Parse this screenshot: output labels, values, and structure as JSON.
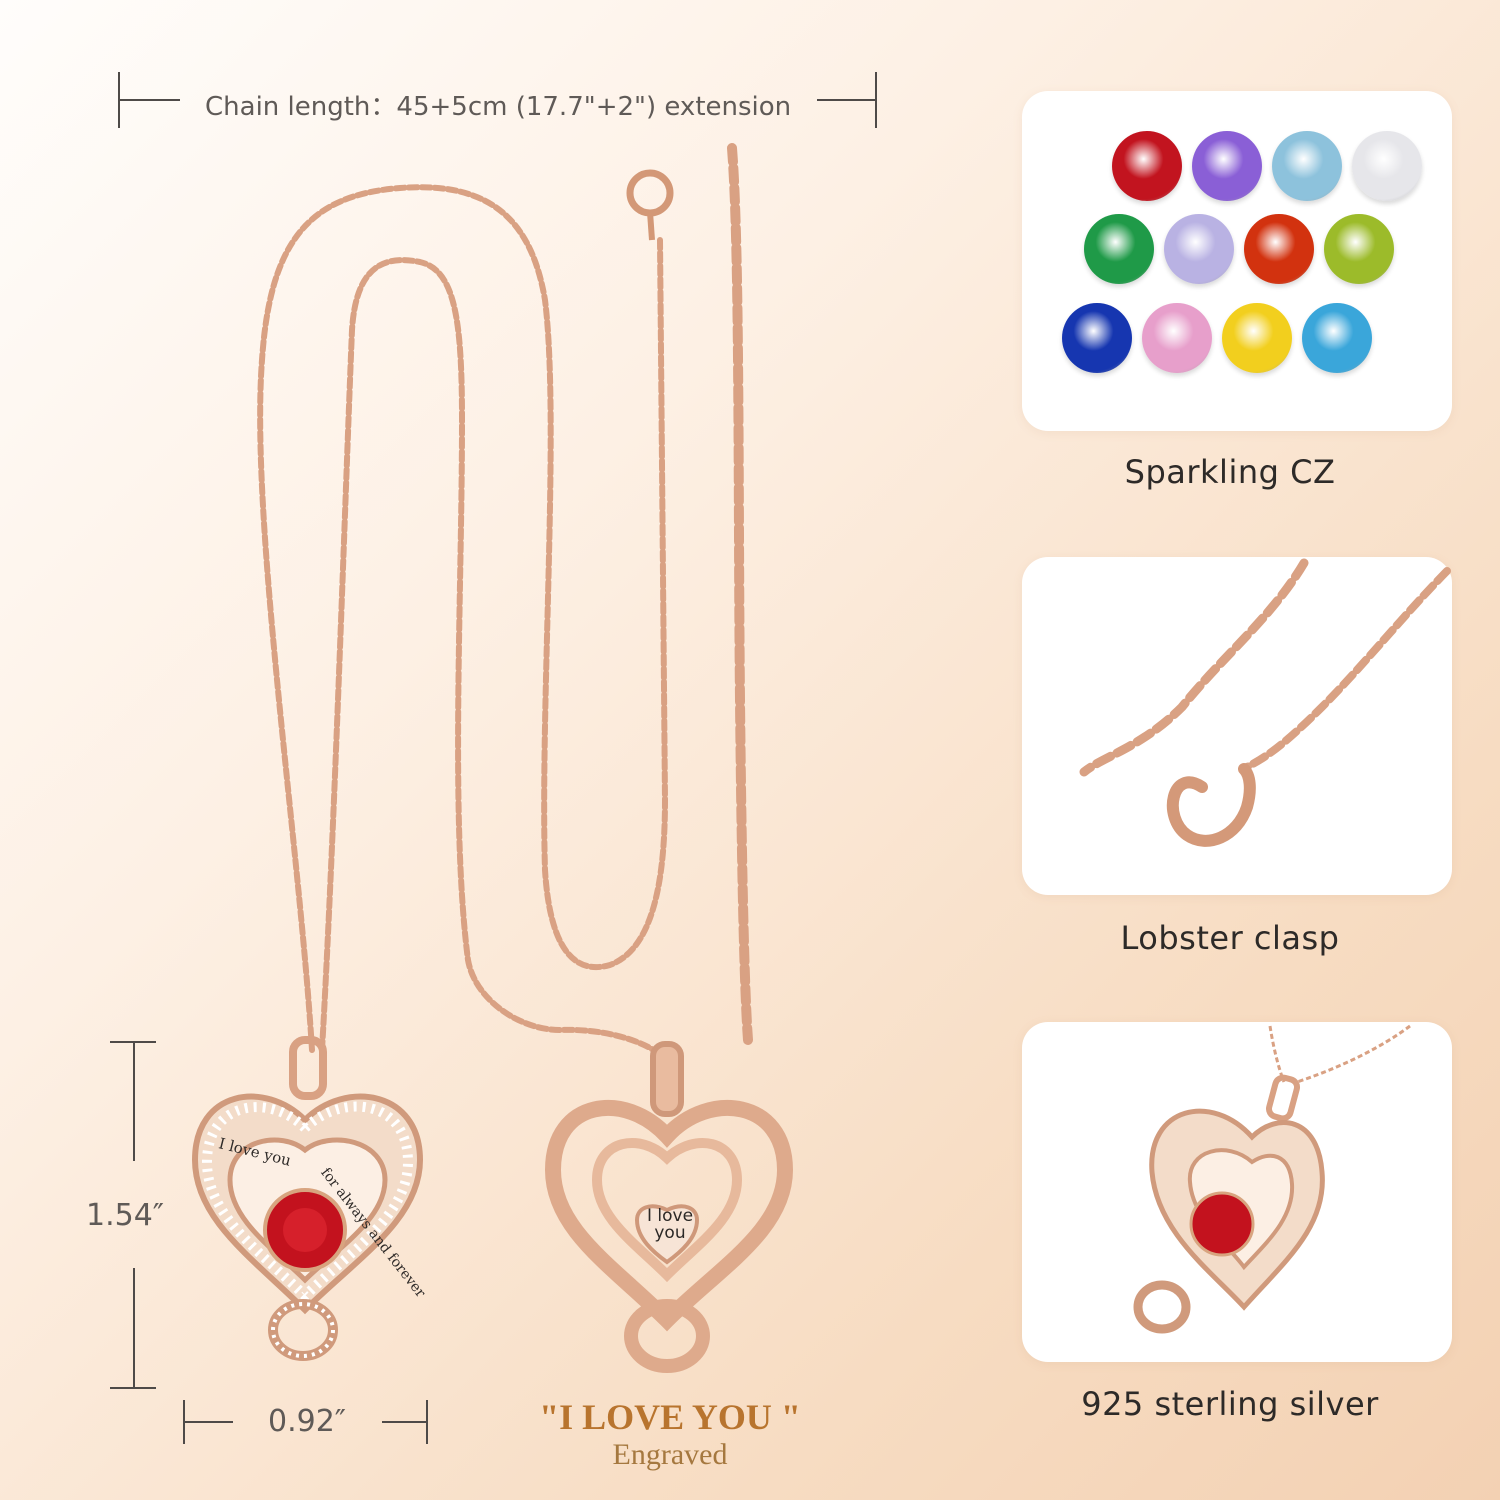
{
  "chain_length_label": "Chain length：45+5cm (17.7\"+2\") extension",
  "height_label": "1.54″",
  "width_label": "0.92″",
  "pendant_front": {
    "inscription_left": "I love you",
    "inscription_right": "for always and forever"
  },
  "pendant_back": {
    "plate_text_line1": "I love",
    "plate_text_line2": "you"
  },
  "engraved_title": "\"I LOVE YOU \"",
  "engraved_subtitle": "Engraved",
  "features": [
    {
      "caption": "Sparkling CZ",
      "icon": "gemstone-colors"
    },
    {
      "caption": "Lobster clasp",
      "icon": "clasp-chain"
    },
    {
      "caption": "925 sterling silver",
      "icon": "heart-pendant"
    }
  ],
  "gem_colors": [
    "#c2141f",
    "#8a5fd6",
    "#8dc2dc",
    "#e6e6ea",
    "#1f9a48",
    "#b9b2e3",
    "#d2320f",
    "#9cbb2a",
    "#1636b0",
    "#e79fcb",
    "#f2cf1e",
    "#3aa6da"
  ],
  "colors": {
    "rose_gold": "#d9a183",
    "engraved_gold": "#b8742e",
    "engraved_sub": "#a5783f",
    "ruby": "#c3121e"
  }
}
